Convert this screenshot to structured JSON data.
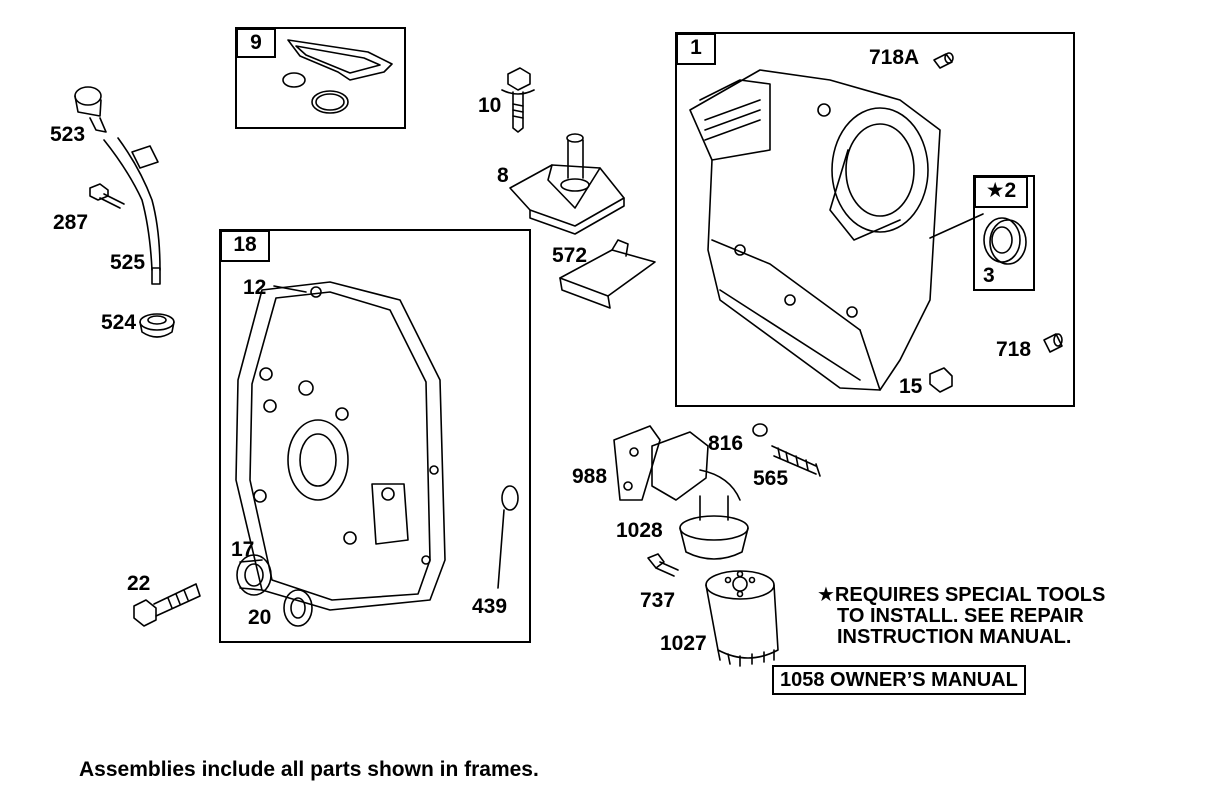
{
  "frames": {
    "f9": "9",
    "f1": "1",
    "f18": "18",
    "f2": "★2"
  },
  "parts": {
    "p718A": "718A",
    "p10": "10",
    "p523": "523",
    "p287": "287",
    "p8": "8",
    "p525": "525",
    "p572": "572",
    "p12": "12",
    "p3": "3",
    "p524": "524",
    "p718": "718",
    "p15": "15",
    "p816": "816",
    "p988": "988",
    "p565": "565",
    "p1028": "1028",
    "p17": "17",
    "p22": "22",
    "p737": "737",
    "p439": "439",
    "p20": "20",
    "p1027": "1027"
  },
  "note": {
    "line1": "★REQUIRES SPECIAL TOOLS",
    "line2": "TO INSTALL.  SEE REPAIR",
    "line3": "INSTRUCTION MANUAL."
  },
  "manual": "1058 OWNER’S MANUAL",
  "footer": "Assemblies include all parts shown in frames."
}
